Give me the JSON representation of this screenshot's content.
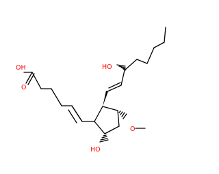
{
  "molecule": {
    "labels": {
      "carboxyl_oh": "OH",
      "carboxyl_o": "O",
      "side_chain_ho": "HO",
      "ring_ho": "HO",
      "methoxy_o": "O"
    },
    "colors": {
      "bond": "#000000",
      "oxygen": "#ff0000",
      "background": "#ffffff"
    }
  }
}
